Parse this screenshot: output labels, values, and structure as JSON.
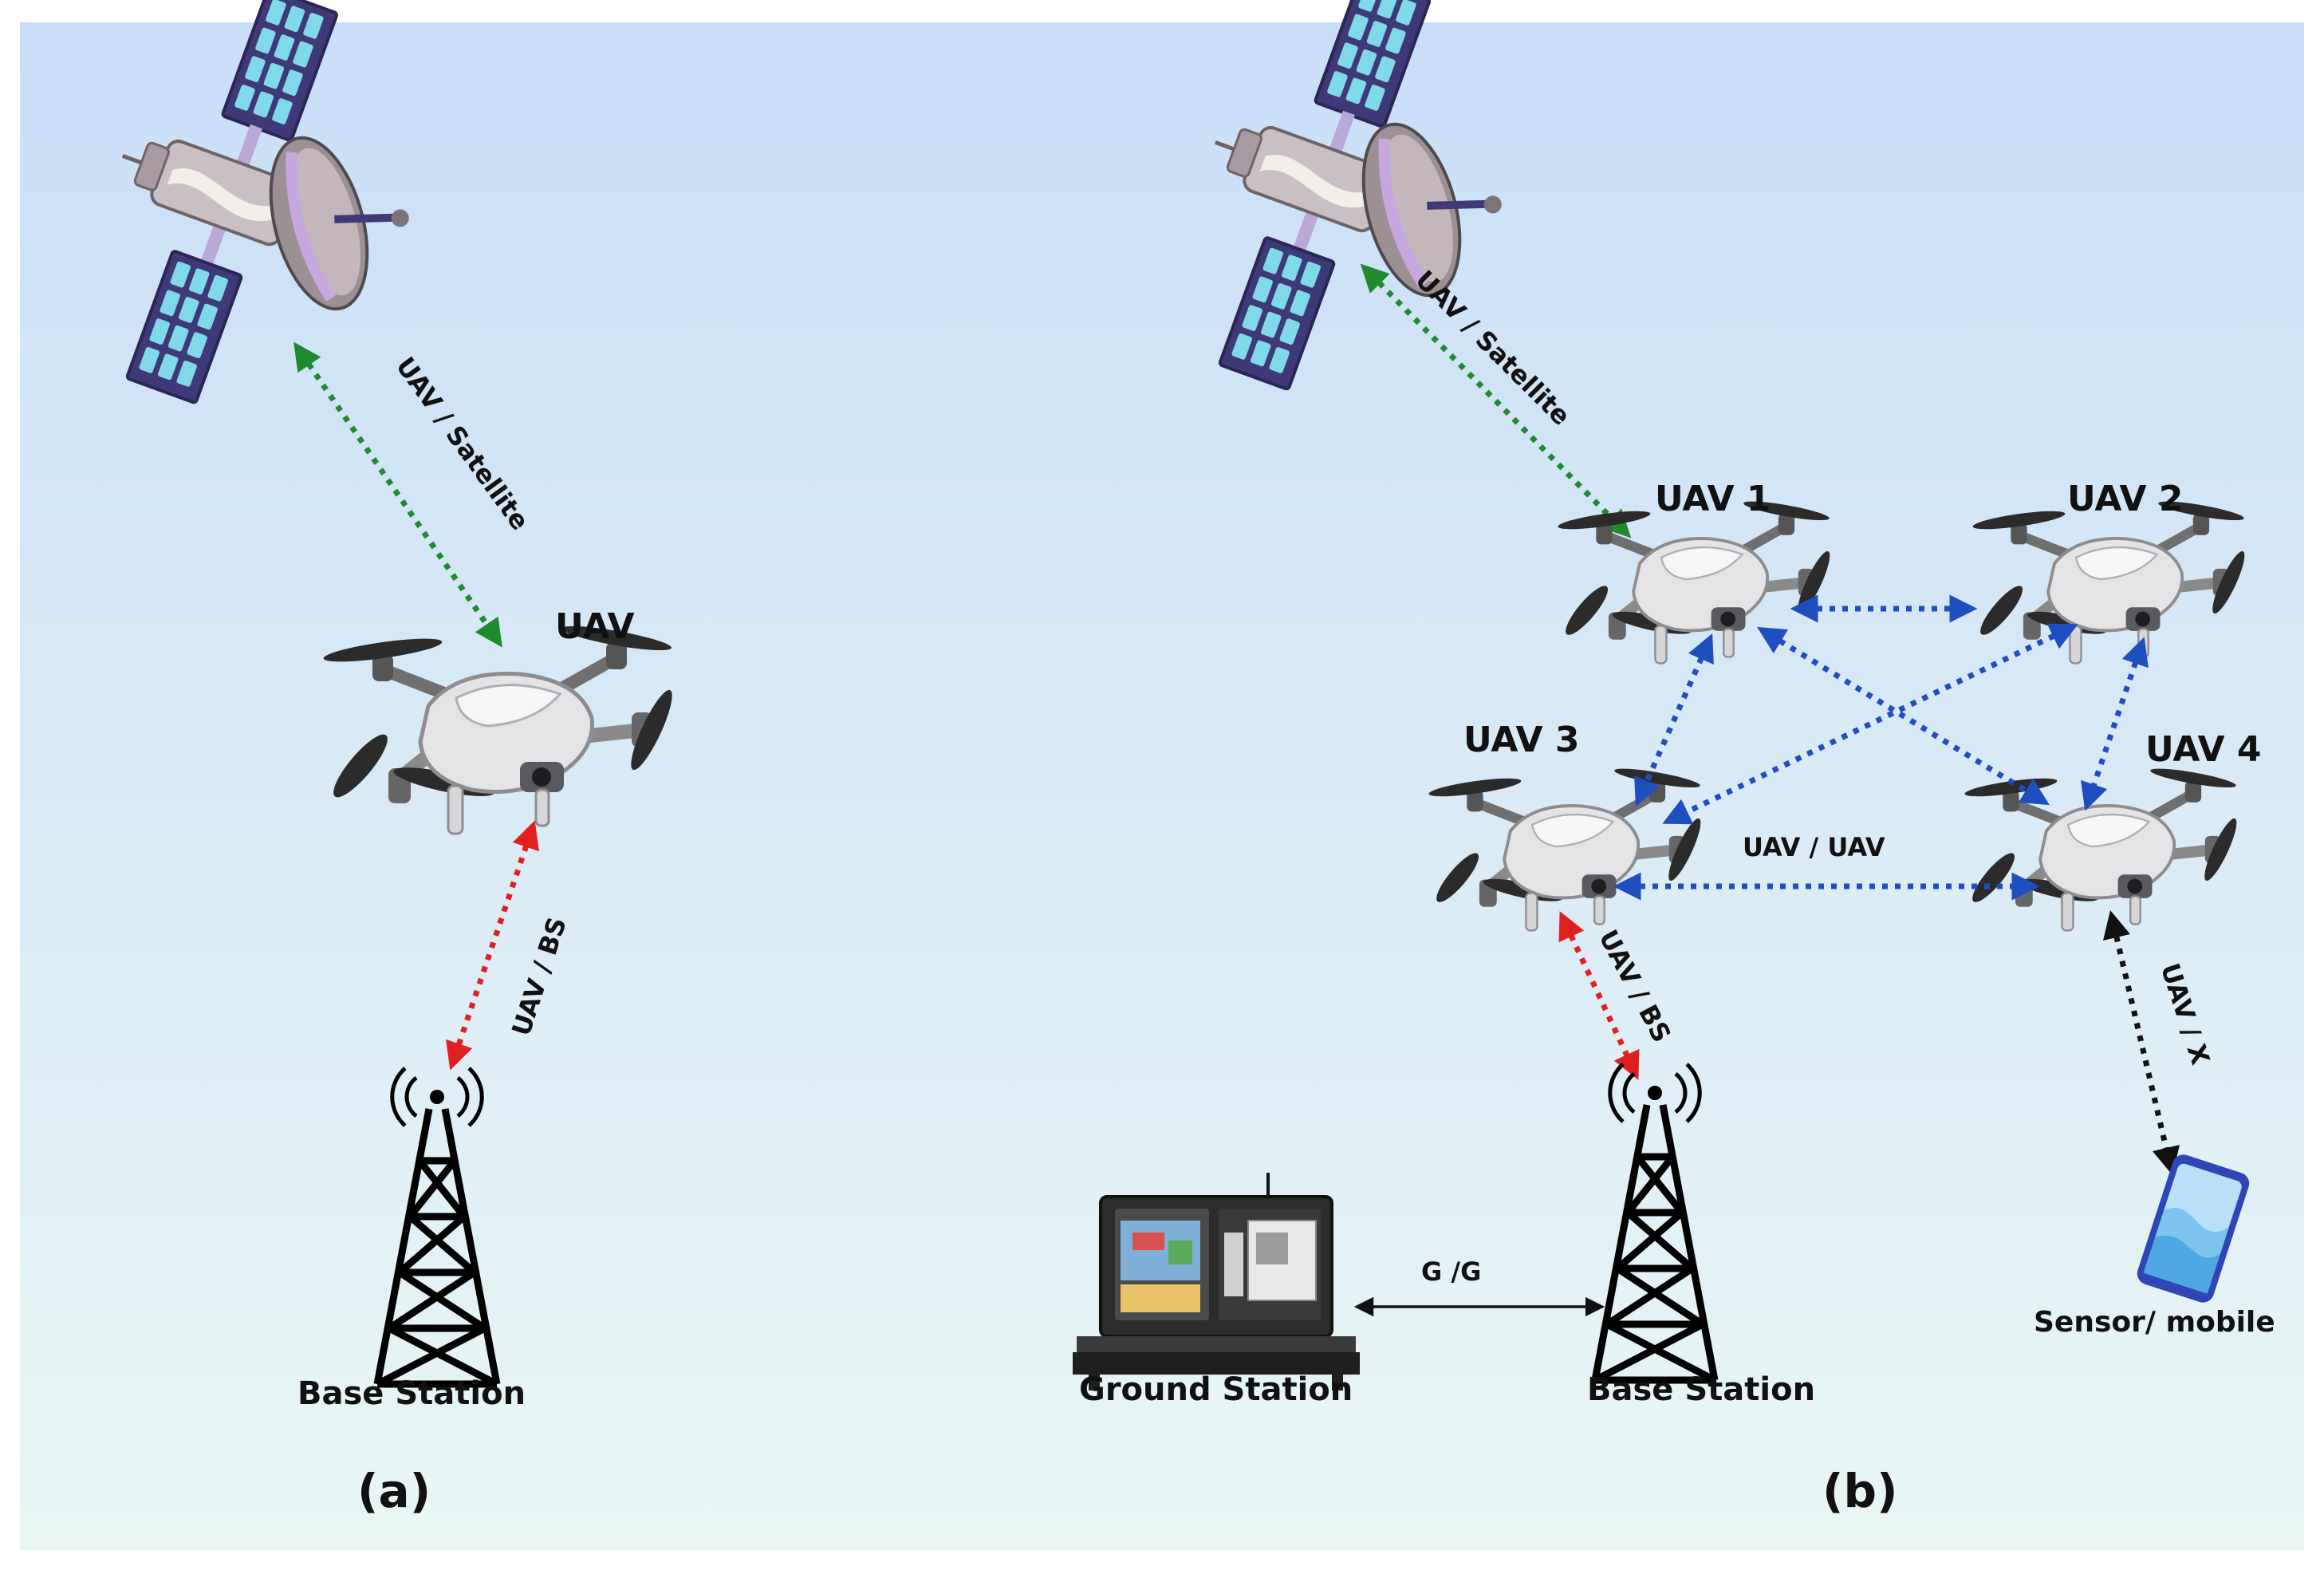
{
  "panel_a": {
    "caption": "(a)",
    "uav_label": "UAV",
    "base_station_label": "Base Station",
    "link_satellite": "UAV / Satellite",
    "link_bs": "UAV / BS"
  },
  "panel_b": {
    "caption": "(b)",
    "uav1": "UAV 1",
    "uav2": "UAV 2",
    "uav3": "UAV 3",
    "uav4": "UAV 4",
    "link_satellite": "UAV / Satellite",
    "link_uav_uav": "UAV / UAV",
    "link_bs": "UAV / BS",
    "link_x": "UAV / X",
    "link_gg": "G /G",
    "ground_station_label": "Ground Station",
    "base_station_label": "Base Station",
    "sensor_label": "Sensor/ mobile"
  },
  "colors": {
    "satellite_link": "#1f8a2e",
    "bs_link": "#e02020",
    "uav_link": "#1f4fbf",
    "x_link": "#111111"
  }
}
